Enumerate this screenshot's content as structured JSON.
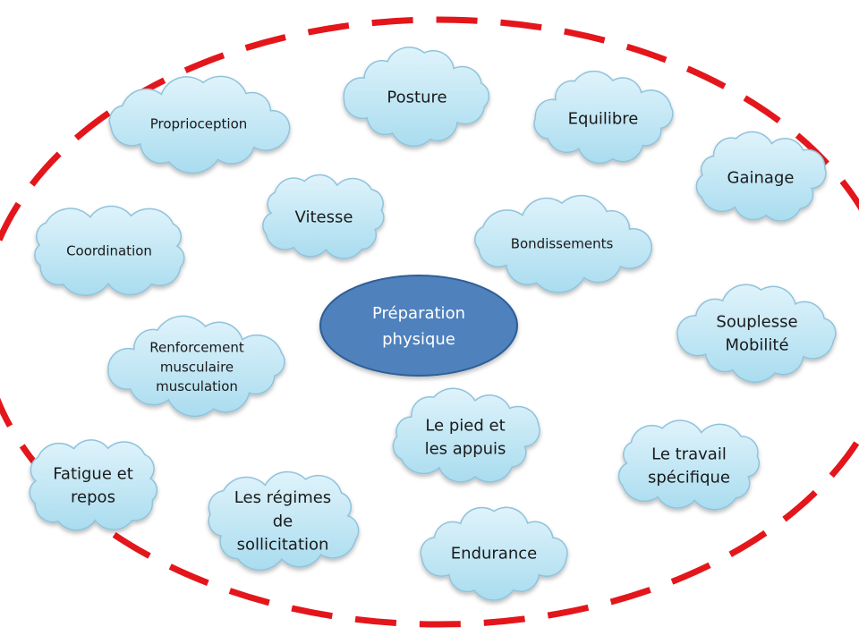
{
  "colors": {
    "border_dash": "#e3161c",
    "cloud_fill_top": "#dff3fb",
    "cloud_fill_bottom": "#a9dcef",
    "cloud_stroke": "#8fc3dc",
    "center_fill": "#4f81bd",
    "center_stroke": "#2f5f95",
    "center_text": "#ffffff"
  },
  "center": {
    "label_lines": [
      "Préparation",
      "physique"
    ]
  },
  "clouds": [
    {
      "id": "proprioception",
      "lines": [
        "Proprioception"
      ]
    },
    {
      "id": "posture",
      "lines": [
        "Posture"
      ]
    },
    {
      "id": "equilibre",
      "lines": [
        "Equilibre"
      ]
    },
    {
      "id": "gainage",
      "lines": [
        "Gainage"
      ]
    },
    {
      "id": "vitesse",
      "lines": [
        "Vitesse"
      ]
    },
    {
      "id": "coordination",
      "lines": [
        "Coordination"
      ]
    },
    {
      "id": "bondissements",
      "lines": [
        "Bondissements"
      ]
    },
    {
      "id": "souplesse",
      "lines": [
        "Souplesse",
        "Mobilité"
      ]
    },
    {
      "id": "renforcement",
      "lines": [
        "Renforcement",
        "musculaire",
        "musculation"
      ]
    },
    {
      "id": "pied-appuis",
      "lines": [
        "Le pied et",
        "les appuis"
      ]
    },
    {
      "id": "travail-specifique",
      "lines": [
        "Le travail",
        "spécifique"
      ]
    },
    {
      "id": "fatigue-repos",
      "lines": [
        "Fatigue et",
        "repos"
      ]
    },
    {
      "id": "regimes-sollicitation",
      "lines": [
        "Les régimes",
        "de",
        "sollicitation"
      ]
    },
    {
      "id": "endurance",
      "lines": [
        "Endurance"
      ]
    }
  ]
}
